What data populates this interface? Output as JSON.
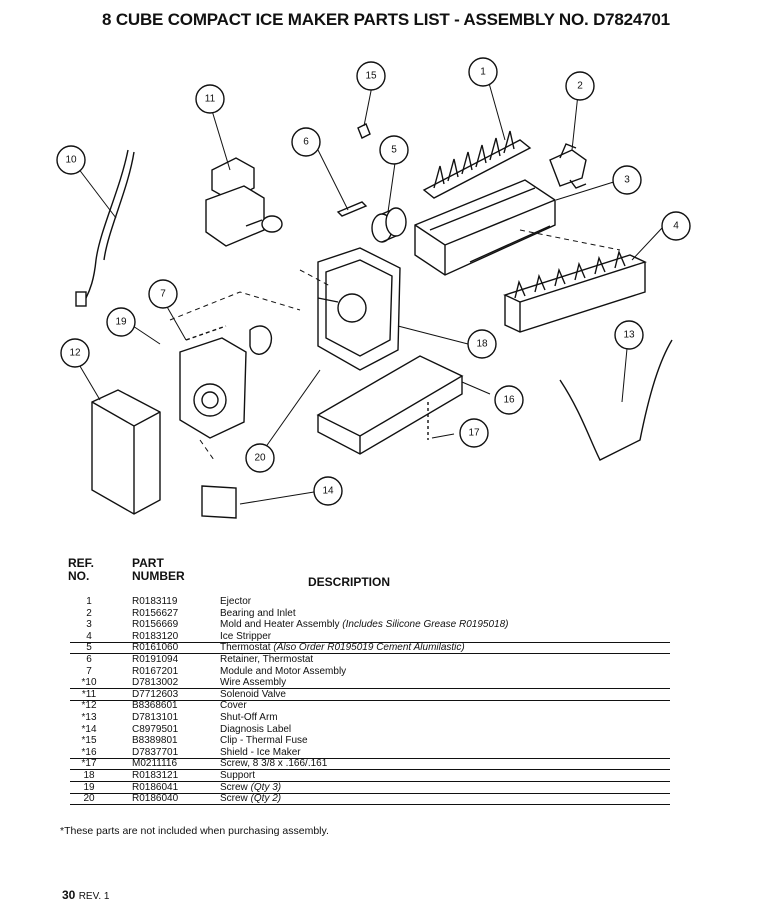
{
  "title": "8 CUBE COMPACT ICE MAKER PARTS LIST  -  ASSEMBLY NO. D7824701",
  "callouts": [
    "1",
    "2",
    "3",
    "4",
    "5",
    "6",
    "7",
    "10",
    "11",
    "12",
    "13",
    "14",
    "15",
    "16",
    "17",
    "18",
    "19",
    "20"
  ],
  "table": {
    "headers": {
      "ref_line1": "REF.",
      "ref_line2": "NO.",
      "part_line1": "PART",
      "part_line2": "NUMBER",
      "description": "DESCRIPTION"
    },
    "rows": [
      {
        "ref": "1",
        "part": "R0183119",
        "desc": "Ejector",
        "note": ""
      },
      {
        "ref": "2",
        "part": "R0156627",
        "desc": "Bearing and Inlet",
        "note": ""
      },
      {
        "ref": "3",
        "part": "R0156669",
        "desc": "Mold and Heater Assembly",
        "note": "(Includes Silicone Grease  R0195018)"
      },
      {
        "ref": "4",
        "part": "R0183120",
        "desc": "Ice Stripper",
        "note": ""
      },
      {
        "ref": "5",
        "part": "R0161060",
        "desc": "Thermostat",
        "note": "(Also Order R0195019 Cement Alumilastic)"
      },
      {
        "ref": "6",
        "part": "R0191094",
        "desc": "Retainer, Thermostat",
        "note": ""
      },
      {
        "ref": "7",
        "part": "R0167201",
        "desc": "Module and Motor Assembly",
        "note": ""
      },
      {
        "ref": "*10",
        "part": "D7813002",
        "desc": "Wire Assembly",
        "note": ""
      },
      {
        "ref": "*11",
        "part": "D7712603",
        "desc": "Solenoid Valve",
        "note": ""
      },
      {
        "ref": "*12",
        "part": "B8368601",
        "desc": "Cover",
        "note": ""
      },
      {
        "ref": "*13",
        "part": "D7813101",
        "desc": "Shut-Off Arm",
        "note": ""
      },
      {
        "ref": "*14",
        "part": "C8979501",
        "desc": "Diagnosis Label",
        "note": ""
      },
      {
        "ref": "*15",
        "part": "B8389801",
        "desc": "Clip - Thermal Fuse",
        "note": ""
      },
      {
        "ref": "*16",
        "part": "D7837701",
        "desc": "Shield  -  Ice Maker",
        "note": ""
      },
      {
        "ref": "*17",
        "part": "M0211116",
        "desc": "Screw, 8 3/8 x .166/.161",
        "note": ""
      },
      {
        "ref": "18",
        "part": "R0183121",
        "desc": "Support",
        "note": ""
      },
      {
        "ref": "19",
        "part": "R0186041",
        "desc": "Screw",
        "note": "(Qty 3)"
      },
      {
        "ref": "20",
        "part": "R0186040",
        "desc": "Screw",
        "note": "(Qty 2)"
      }
    ]
  },
  "footnote": "*These parts are not included when purchasing assembly.",
  "page_number": "30",
  "revision": "REV. 1"
}
